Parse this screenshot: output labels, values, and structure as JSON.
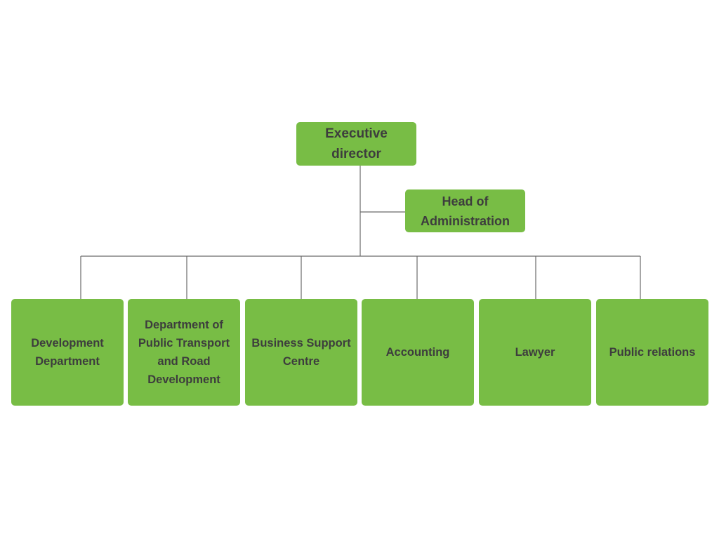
{
  "org_chart": {
    "executive": {
      "label": "Executive\ndirector"
    },
    "assistant": {
      "label": "Head of\nAdministration"
    },
    "departments": [
      {
        "label": "Development\nDepartment"
      },
      {
        "label": "Department of\nPublic Transport\nand Road\nDevelopment"
      },
      {
        "label": "Business Support\nCentre"
      },
      {
        "label": "Accounting"
      },
      {
        "label": "Lawyer"
      },
      {
        "label": "Public relations"
      }
    ]
  },
  "colors": {
    "node_fill": "#78bd45",
    "node_text": "#3d3d3d",
    "connector": "#6b6b6b",
    "background": "#ffffff"
  }
}
